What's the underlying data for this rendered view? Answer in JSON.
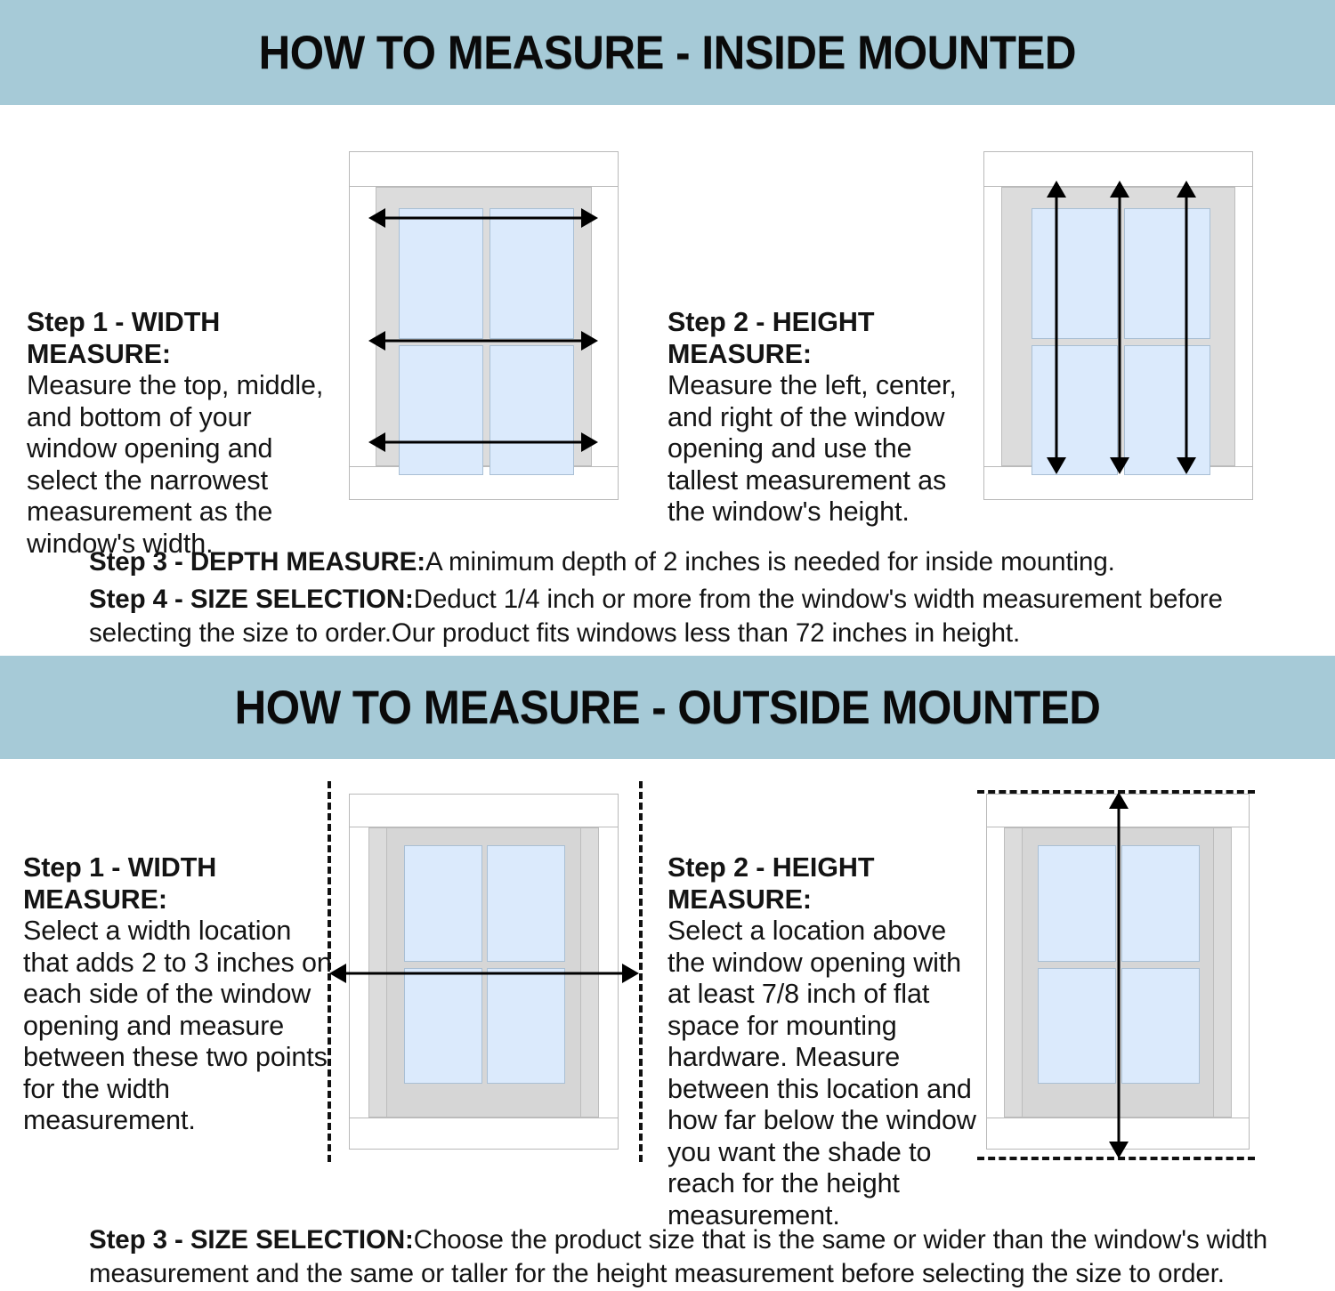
{
  "section_inside": {
    "banner_title": "HOW TO MEASURE - INSIDE MOUNTED",
    "banner_color": "#a6cad7",
    "step1": {
      "heading": "Step 1 - WIDTH MEASURE:",
      "body": "Measure the top, middle, and bottom of your window opening and select the narrowest measurement as the window's width."
    },
    "step2": {
      "heading": "Step 2 - HEIGHT MEASURE:",
      "body": "Measure the left, center, and right of the window opening and use the tallest  measurement as the window's height."
    },
    "step3": {
      "heading": "Step 3 - DEPTH MEASURE:",
      "body": "A minimum depth of 2 inches is needed for inside mounting."
    },
    "step4": {
      "heading": "Step 4 - SIZE SELECTION:",
      "body": "Deduct 1/4 inch or more from the window's width measurement before selecting the size to order.Our product fits windows less than 72 inches in height."
    },
    "diagram_width": {
      "name": "inside-width-window-diagram",
      "arrows": [
        "width-arrow-top",
        "width-arrow-middle",
        "width-arrow-bottom"
      ],
      "arrow_count": 3,
      "orientation": "horizontal"
    },
    "diagram_height": {
      "name": "inside-height-window-diagram",
      "arrows": [
        "height-arrow-left",
        "height-arrow-center",
        "height-arrow-right"
      ],
      "arrow_count": 3,
      "orientation": "vertical"
    }
  },
  "section_outside": {
    "banner_title": "HOW TO MEASURE - OUTSIDE MOUNTED",
    "banner_color": "#a6cad7",
    "step1": {
      "heading": "Step 1 - WIDTH MEASURE:",
      "body": "Select a width location that adds 2 to 3 inches on each side of the window opening  and measure between these two points for the width measurement."
    },
    "step2": {
      "heading": "Step 2 - HEIGHT MEASURE:",
      "body": "Select a location above the window opening with at least 7/8 inch of flat space for mounting hardware. Measure between this location and how far below the window you want the shade to reach for the height measurement."
    },
    "step3": {
      "heading": "Step 3 - SIZE SELECTION:",
      "body": "Choose the product size that is the same or wider than the window's width measurement and the same or taller for the height measurement before selecting the size to order."
    },
    "diagram_width": {
      "name": "outside-width-window-diagram",
      "arrows": [
        "outside-width-arrow"
      ],
      "arrow_count": 1,
      "orientation": "horizontal",
      "guides": "vertical-dashed-guides"
    },
    "diagram_height": {
      "name": "outside-height-window-diagram",
      "arrows": [
        "outside-height-arrow"
      ],
      "arrow_count": 1,
      "orientation": "vertical",
      "guides": "horizontal-dashed-guides"
    }
  },
  "palette": {
    "banner": "#a6cad7",
    "glass": "#dbeafc",
    "frame_gray": "#dcdcdc",
    "sash_gray": "#d6d6d6",
    "outline": "#b9b9b9",
    "text": "#141414",
    "arrow": "#000000",
    "background": "#ffffff"
  }
}
